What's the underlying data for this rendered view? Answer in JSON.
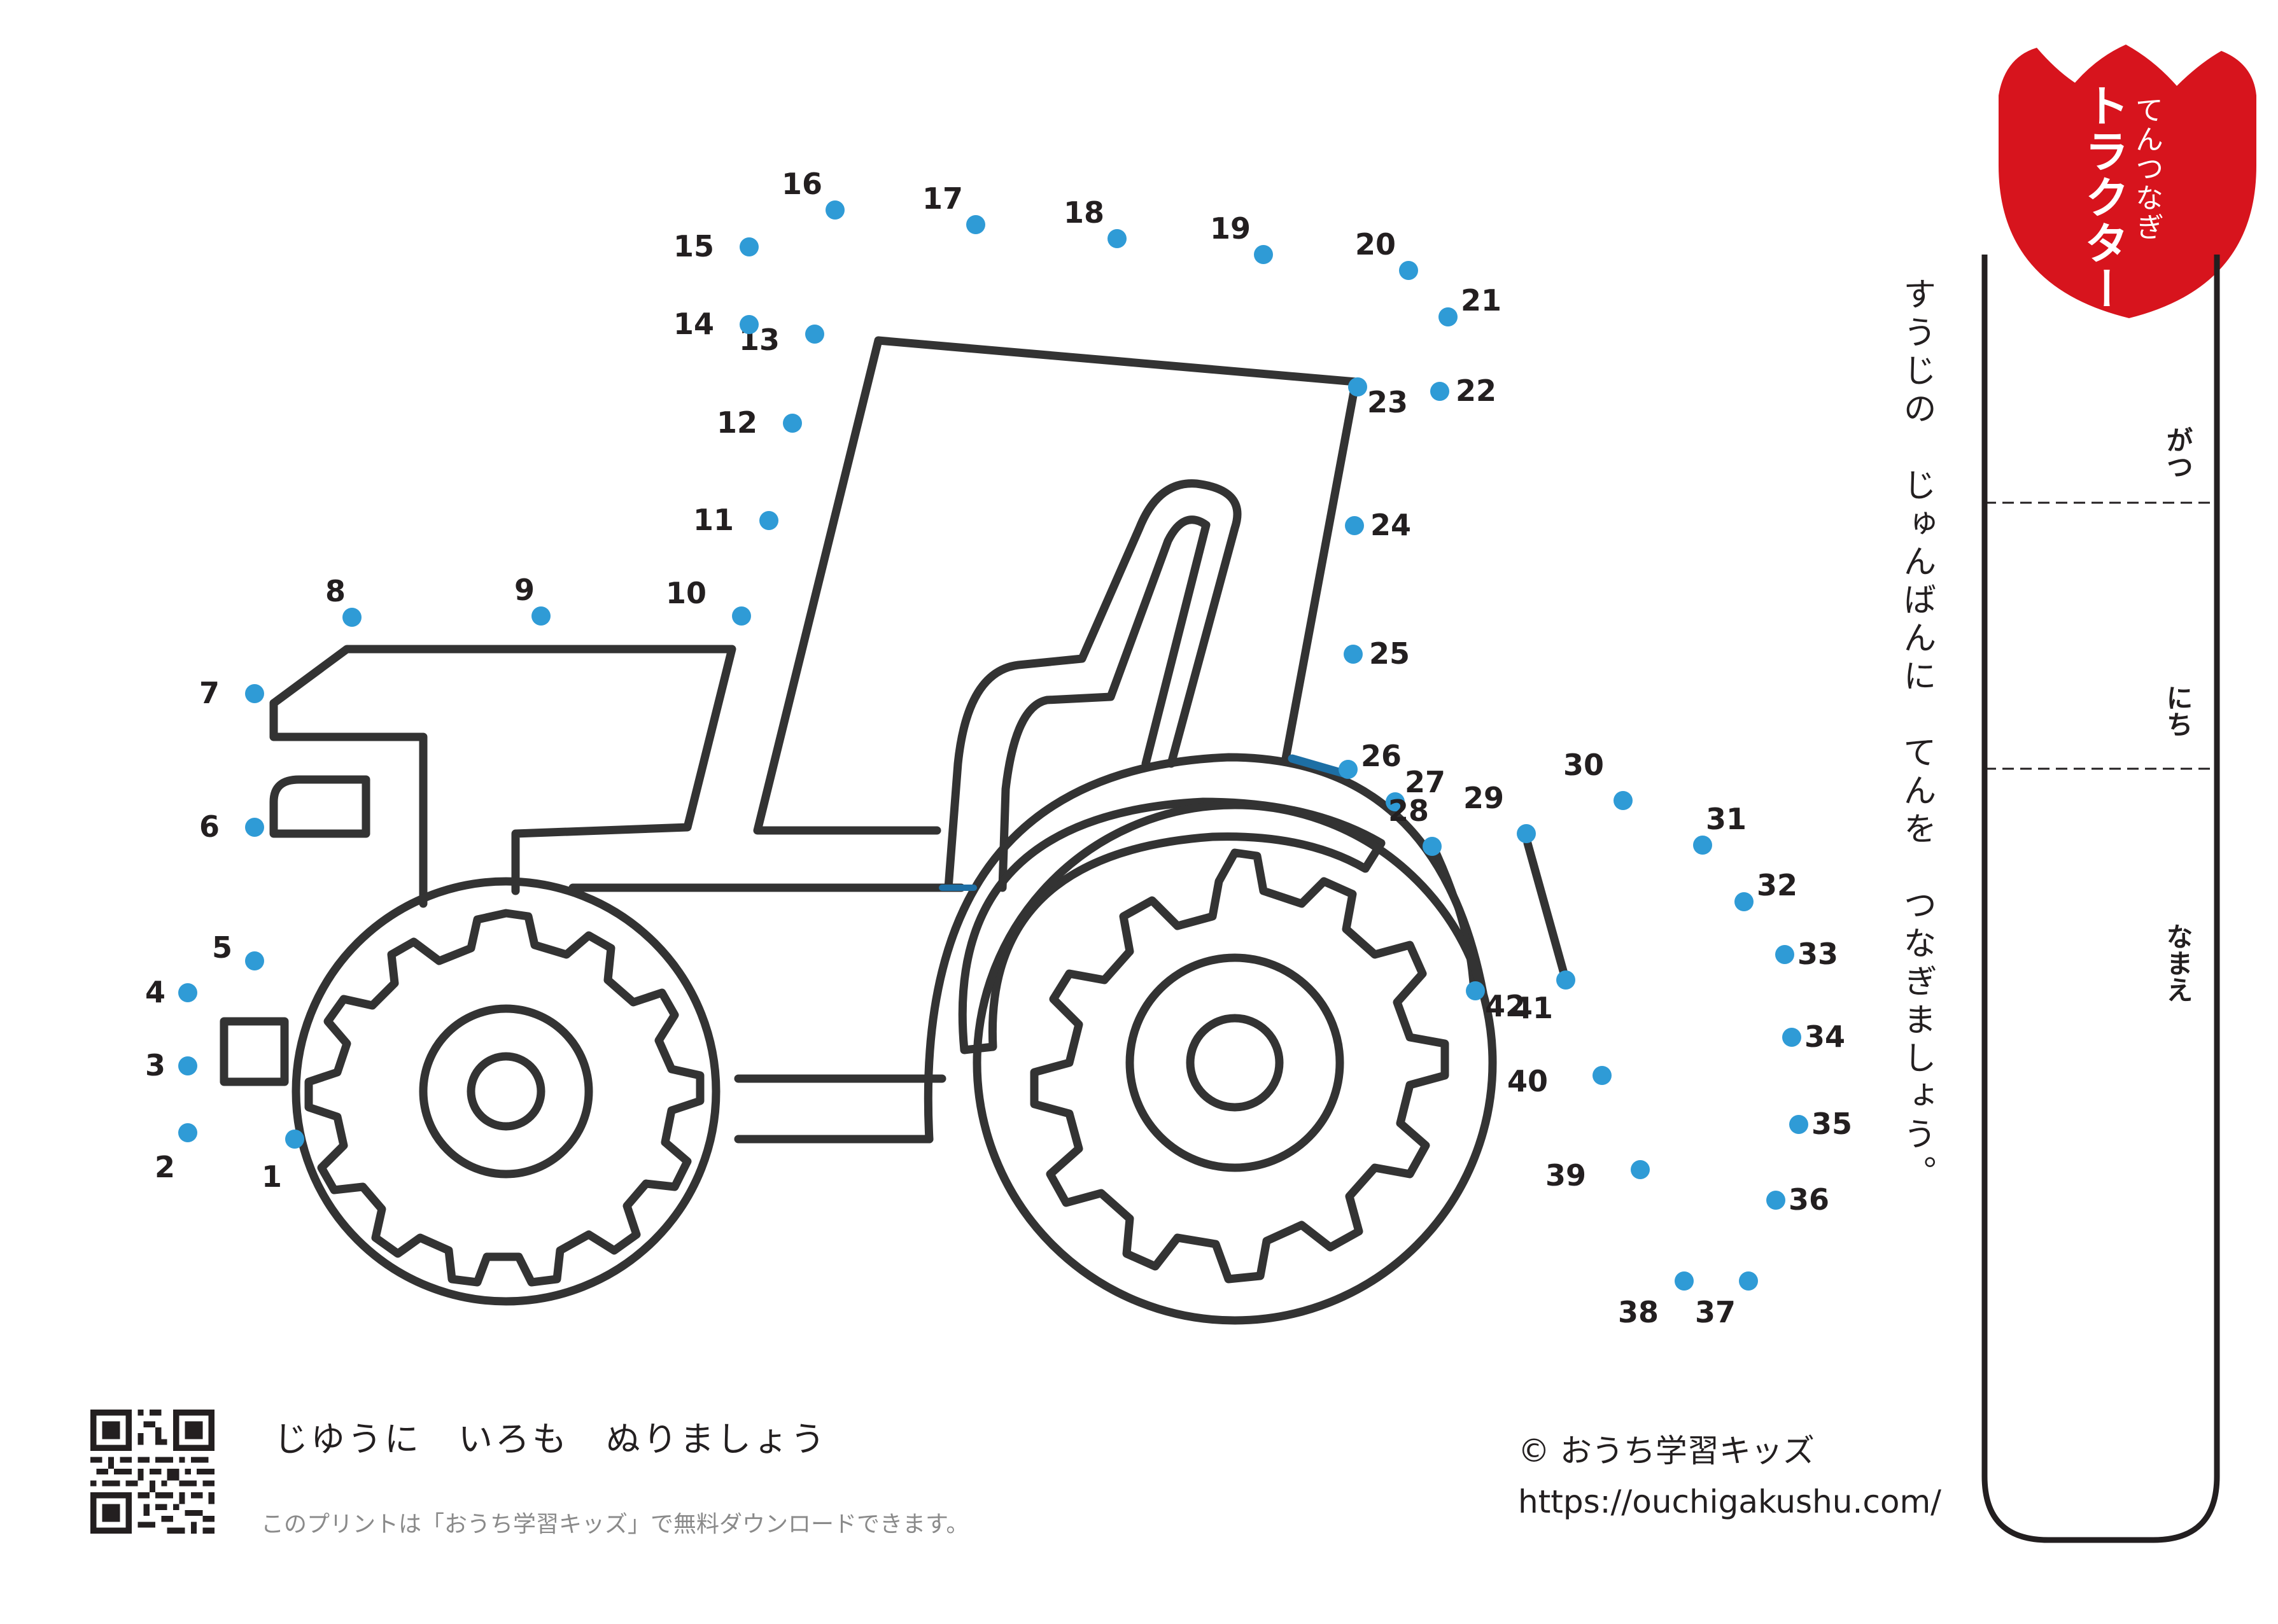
{
  "header": {
    "title": "トラクター",
    "subtitle": "てんつなぎ"
  },
  "instruction": "すうじの　じゅんばんに　てんを　つなぎましょう。",
  "date_name_panel": {
    "month_label": "がつ",
    "day_label": "にち",
    "name_label": "なまえ"
  },
  "footer": {
    "coloring_instruction": "じゆうに　いろも　ぬりましょう",
    "download_note": "このプリントは「おうち学習キッズ」で無料ダウンロードできます。",
    "copyright": "© おうち学習キッズ",
    "url": "https://ouchigakushu.com/"
  },
  "colors": {
    "dot": "#2f9bd6",
    "line": "#333333",
    "badge": "#d7141d",
    "text": "#231f20"
  },
  "dot_numbers": [
    "1",
    "2",
    "3",
    "4",
    "5",
    "6",
    "7",
    "8",
    "9",
    "10",
    "11",
    "12",
    "13",
    "14",
    "15",
    "16",
    "17",
    "18",
    "19",
    "20",
    "21",
    "22",
    "23",
    "24",
    "25",
    "26",
    "27",
    "28",
    "29",
    "30",
    "31",
    "32",
    "33",
    "34",
    "35",
    "36",
    "37",
    "38",
    "39",
    "40",
    "41",
    "42"
  ],
  "icons": {
    "qr": "qr-code-icon",
    "badge": "red-tulip-badge-icon"
  }
}
